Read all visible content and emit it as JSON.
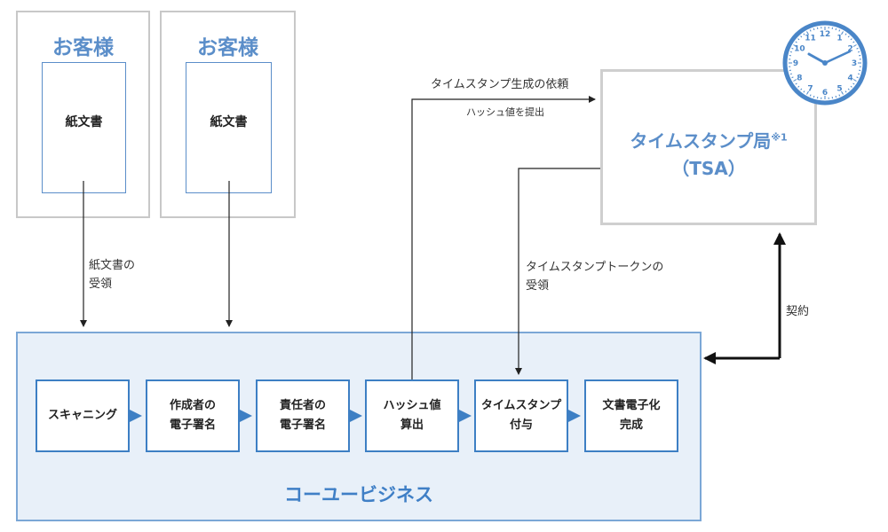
{
  "customers": [
    {
      "title": "お客様",
      "doc": "紙文書"
    },
    {
      "title": "お客様",
      "doc": "紙文書"
    }
  ],
  "labels": {
    "paper_receipt": "紙文書の\n受領",
    "ts_request": "タイムスタンプ生成の依頼",
    "hash_submit": "ハッシュ値を提出",
    "token_receipt": "タイムスタンプトークンの\n受領",
    "contract": "契約"
  },
  "tsa": {
    "line1": "タイムスタンプ局",
    "note": "※1",
    "line2": "（TSA）"
  },
  "company": {
    "name": "コーユービジネス"
  },
  "steps": [
    "スキャニング",
    "作成者の\n電子署名",
    "責任者の\n電子署名",
    "ハッシュ値\n算出",
    "タイムスタンプ\n付与",
    "文書電子化\n完成"
  ],
  "clock": {
    "numbers": [
      "12",
      "1",
      "2",
      "3",
      "4",
      "5",
      "6",
      "7",
      "8",
      "9",
      "10",
      "11"
    ]
  },
  "colors": {
    "accent": "#3d7fc4",
    "light": "#5b8ec9",
    "panel": "#e8f0f9",
    "gray": "#c8c8c8"
  }
}
